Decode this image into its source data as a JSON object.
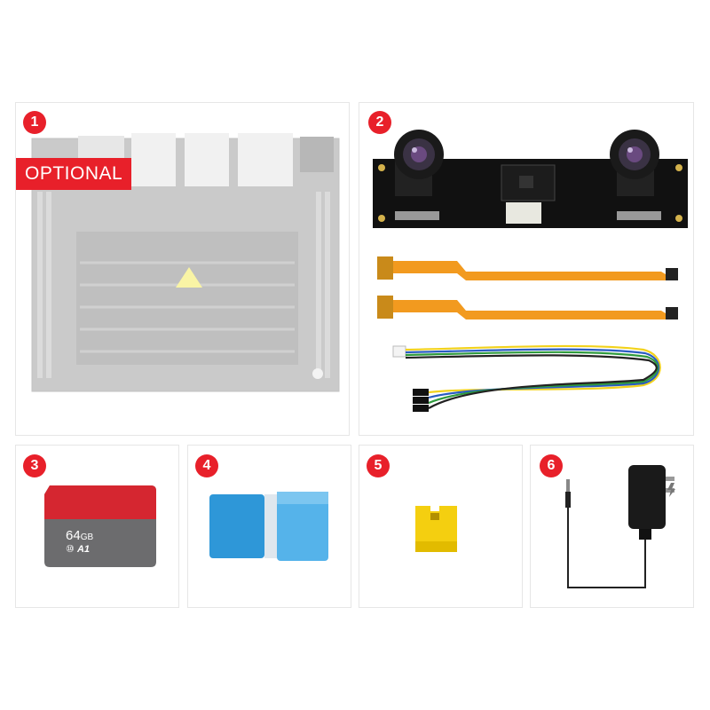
{
  "accent_color": "#e8202a",
  "items": [
    {
      "number": "1",
      "icon": "jetson-nano-board-icon",
      "tag": "OPTIONAL"
    },
    {
      "number": "2",
      "icon": "stereo-camera-module-icon"
    },
    {
      "number": "3",
      "icon": "microsd-card-icon",
      "card": {
        "capacity": "64",
        "unit": "GB",
        "class_mark": "⑩",
        "rating": "A1"
      }
    },
    {
      "number": "4",
      "icon": "card-reader-icon"
    },
    {
      "number": "5",
      "icon": "jumper-cap-icon"
    },
    {
      "number": "6",
      "icon": "power-adapter-icon"
    }
  ]
}
